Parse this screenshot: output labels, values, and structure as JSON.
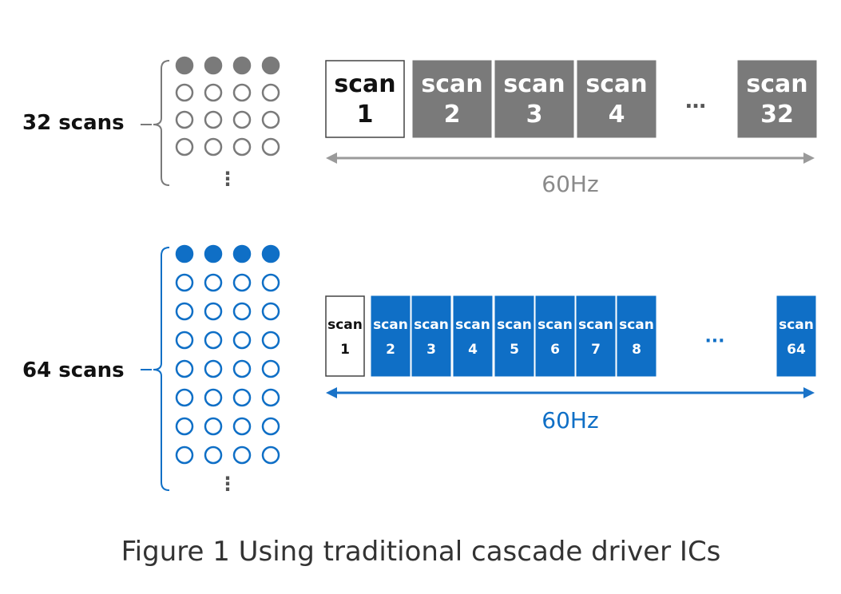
{
  "colors": {
    "gray": "#7a7a7a",
    "blue": "#0f6fc6",
    "gray_arrow": "#9a9a9a",
    "blue_arrow": "#1a73c8"
  },
  "rows": [
    {
      "label": "32 scans",
      "color": "#7a7a7a",
      "arrow_color": "#9a9a9a",
      "freq": "60Hz",
      "dot_rows": 4,
      "dot_cols": 4,
      "filled_rows": 1,
      "ellipsis": "…",
      "vertical_ellipsis": "⋮",
      "blocks": [
        {
          "line1": "scan",
          "line2": "1",
          "active": true
        },
        {
          "line1": "scan",
          "line2": "2",
          "active": false
        },
        {
          "line1": "scan",
          "line2": "3",
          "active": false
        },
        {
          "line1": "scan",
          "line2": "4",
          "active": false
        },
        {
          "line1": "scan",
          "line2": "32",
          "active": false
        }
      ]
    },
    {
      "label": "64 scans",
      "color": "#0f6fc6",
      "arrow_color": "#1a73c8",
      "freq": "60Hz",
      "dot_rows": 8,
      "dot_cols": 4,
      "filled_rows": 1,
      "ellipsis": "···",
      "vertical_ellipsis": "⋮",
      "blocks": [
        {
          "line1": "scan",
          "line2": "1",
          "active": true
        },
        {
          "line1": "scan",
          "line2": "2",
          "active": false
        },
        {
          "line1": "scan",
          "line2": "3",
          "active": false
        },
        {
          "line1": "scan",
          "line2": "4",
          "active": false
        },
        {
          "line1": "scan",
          "line2": "5",
          "active": false
        },
        {
          "line1": "scan",
          "line2": "6",
          "active": false
        },
        {
          "line1": "scan",
          "line2": "7",
          "active": false
        },
        {
          "line1": "scan",
          "line2": "8",
          "active": false
        },
        {
          "line1": "scan",
          "line2": "64",
          "active": false
        }
      ]
    }
  ],
  "caption": "Figure 1 Using traditional cascade driver ICs"
}
